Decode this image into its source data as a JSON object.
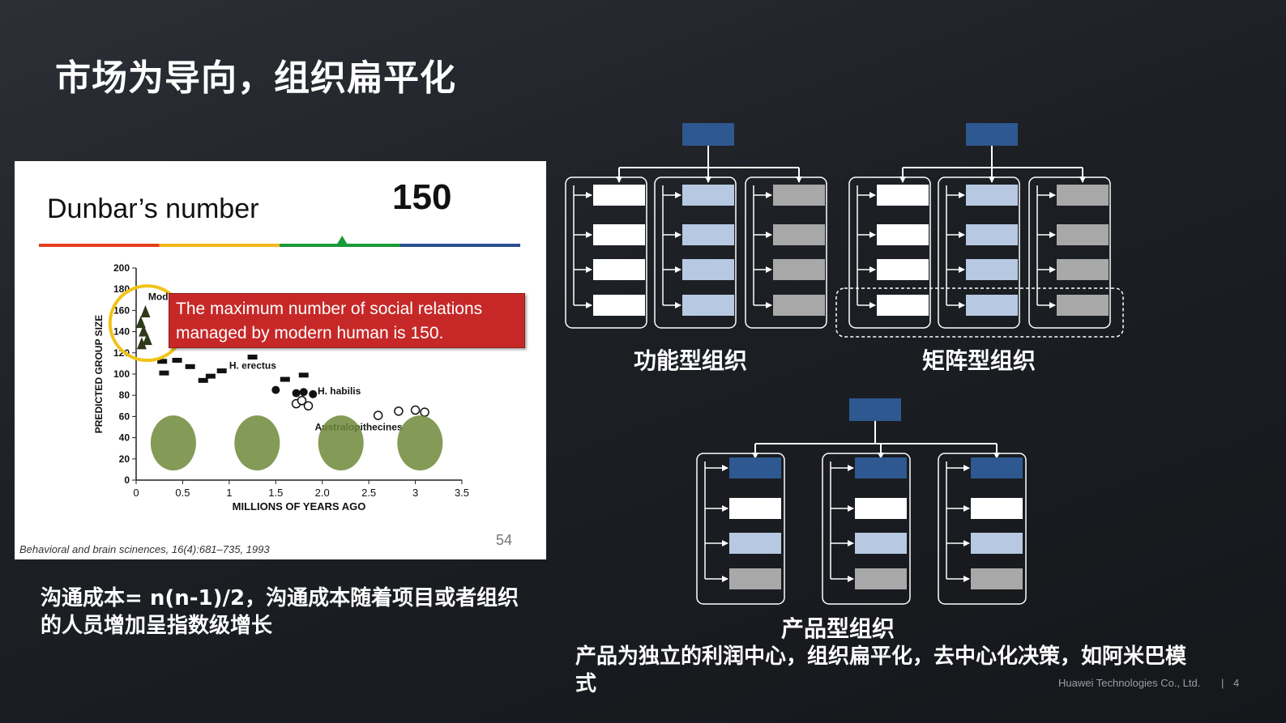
{
  "slide": {
    "title": "市场为导向，组织扁平化",
    "footer_company": "Huawei Technologies Co., Ltd.",
    "footer_separator": "|",
    "page_number": "4"
  },
  "figure": {
    "heading": "Dunbar’s number",
    "big_number": "150",
    "callout": "The maximum number of social relations managed by modern human is 150.",
    "citation": "Behavioral and brain scinences, 16(4):681–735, 1993",
    "slide_page": "54",
    "colors": {
      "bar": [
        "#e53e1f",
        "#f2b81c",
        "#1a9a3a",
        "#2a4f8f"
      ],
      "highlight_ring": "#f2c318",
      "callout_bg": "#c62828"
    }
  },
  "chart_data": {
    "type": "scatter",
    "xlabel": "MILLIONS OF YEARS AGO",
    "ylabel": "PREDICTED GROUP SIZE",
    "xlim": [
      0,
      3.5
    ],
    "ylim": [
      0,
      200
    ],
    "x_ticks": [
      "0",
      "0.5",
      "1",
      "1.5",
      "2.0",
      "2.5",
      "3",
      "3.5"
    ],
    "y_ticks": [
      "0",
      "20",
      "40",
      "60",
      "80",
      "100",
      "120",
      "140",
      "160",
      "180",
      "200"
    ],
    "annotations": [
      "Mod",
      "H. erectus",
      "H. habilis",
      "Australopithecines"
    ],
    "series": [
      {
        "marker": "tree",
        "points": [
          [
            0.05,
            148
          ],
          [
            0.08,
            140
          ],
          [
            0.1,
            158
          ],
          [
            0.12,
            132
          ],
          [
            0.06,
            128
          ]
        ]
      },
      {
        "marker": "dash",
        "points": [
          [
            0.28,
            112
          ],
          [
            0.3,
            101
          ],
          [
            0.44,
            113
          ],
          [
            0.58,
            107
          ],
          [
            0.72,
            94
          ],
          [
            0.8,
            98
          ],
          [
            0.92,
            103
          ],
          [
            1.25,
            116
          ],
          [
            1.6,
            95
          ],
          [
            1.8,
            99
          ]
        ]
      },
      {
        "marker": "filled-circle",
        "points": [
          [
            1.5,
            85
          ],
          [
            1.72,
            82
          ],
          [
            1.8,
            83
          ],
          [
            1.9,
            81
          ]
        ]
      },
      {
        "marker": "open-circle",
        "points": [
          [
            1.72,
            72
          ],
          [
            1.78,
            75
          ],
          [
            1.85,
            70
          ],
          [
            2.6,
            61
          ],
          [
            2.82,
            65
          ],
          [
            3.0,
            66
          ],
          [
            3.1,
            64
          ]
        ]
      }
    ]
  },
  "text": {
    "cost": "沟通成本= n(n-1)/2，沟通成本随着项目或者组织的人员增加呈指数级增长",
    "functional_label": "功能型组织",
    "matrix_label": "矩阵型组织",
    "product_label": "产品型组织",
    "product_desc": "产品为独立的利润中心，组织扁平化，去中心化决策，如阿米巴模式"
  },
  "org_colors": {
    "head": "#2e5890",
    "white": "#ffffff",
    "blue": "#b7c9e2",
    "gray": "#a8a8a8",
    "line": "#ffffff"
  }
}
